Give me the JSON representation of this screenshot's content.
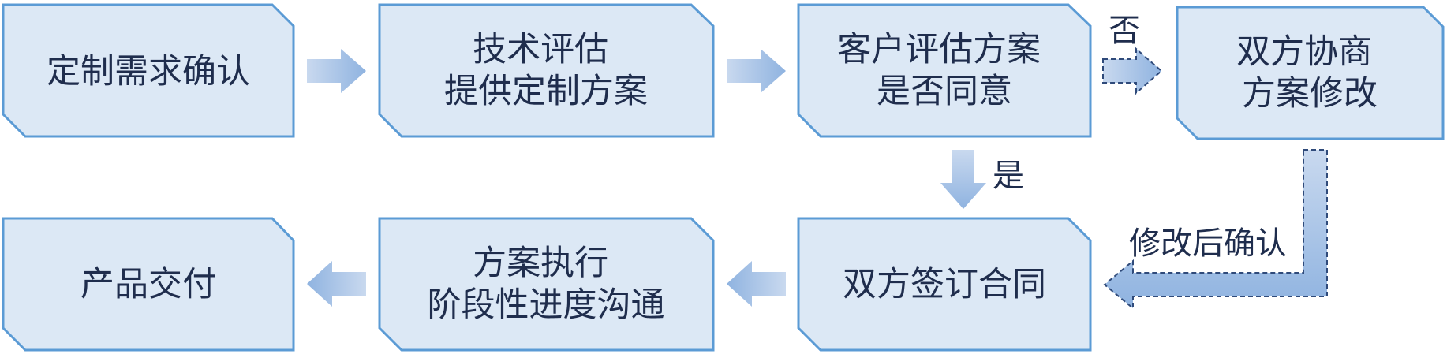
{
  "colors": {
    "box_fill": "#dce8f5",
    "box_stroke": "#5b9bd5",
    "text": "#1f2d4d",
    "arrow_light": "#c9d9ef",
    "arrow_dark": "#8fb3e0",
    "dashed_stroke": "#2f4a7a"
  },
  "nodes": {
    "req": {
      "lines": [
        "定制需求确认"
      ]
    },
    "tech": {
      "lines": [
        "技术评估",
        "提供定制方案"
      ]
    },
    "eval": {
      "lines": [
        "客户评估方案",
        "是否同意"
      ]
    },
    "negotiate": {
      "lines": [
        "双方协商",
        "方案修改"
      ]
    },
    "contract": {
      "lines": [
        "双方签订合同"
      ]
    },
    "execute": {
      "lines": [
        "方案执行",
        "阶段性进度沟通"
      ]
    },
    "deliver": {
      "lines": [
        "产品交付"
      ]
    }
  },
  "edges": {
    "no_label": "否",
    "yes_label": "是",
    "revise_label": "修改后确认"
  }
}
